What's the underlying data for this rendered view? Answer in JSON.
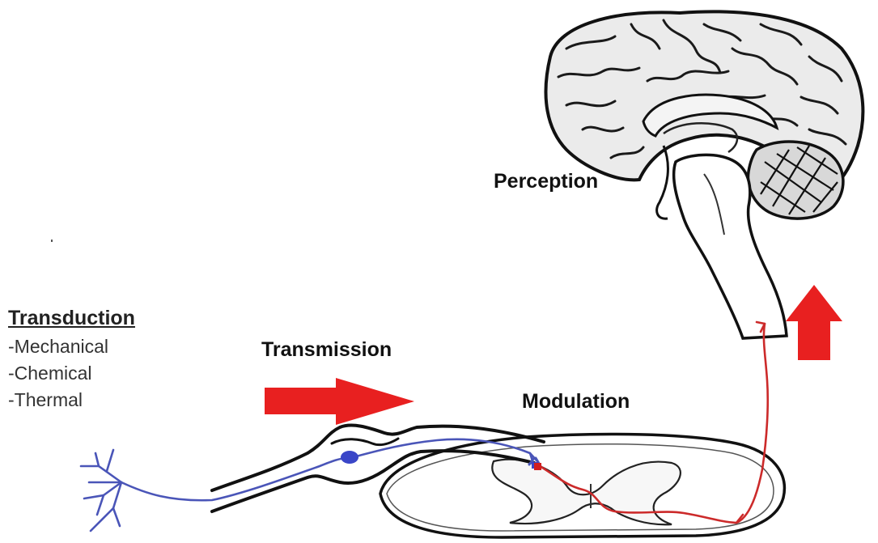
{
  "labels": {
    "perception": "Perception",
    "transmission": "Transmission",
    "modulation": "Modulation"
  },
  "transduction": {
    "title": "Transduction",
    "types": [
      "-Mechanical",
      "-Chemical",
      "-Thermal"
    ]
  },
  "colors": {
    "arrow": "#e82020",
    "afferent_nerve": "#4a55b8",
    "ascending_tract": "#cc2a2a",
    "outline": "#111111",
    "brain_fill": "#ebebeb",
    "text": "#111111"
  },
  "icons": {
    "brain": "brain-sagittal-icon",
    "spinal_cord": "spinal-cord-cross-section-icon",
    "nerve": "peripheral-nerve-icon",
    "ganglion": "dorsal-root-ganglion-icon",
    "arrow_right": "arrow-right-icon",
    "arrow_up": "arrow-up-icon"
  }
}
